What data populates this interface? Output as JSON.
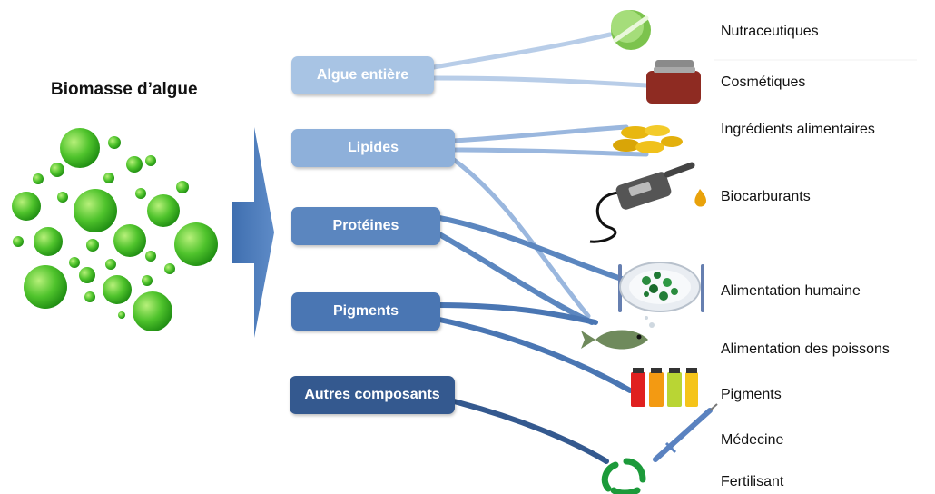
{
  "title": "Biomasse d’algue",
  "sources": [
    {
      "label": "Algue entière",
      "color": "#a8c4e4"
    },
    {
      "label": "Lipides",
      "color": "#8eb0da"
    },
    {
      "label": "Protéines",
      "color": "#5b86bf"
    },
    {
      "label": "Pigments",
      "color": "#4a76b3"
    },
    {
      "label": "Autres composants",
      "color": "#34598f"
    }
  ],
  "outputs": [
    {
      "label": "Nutraceutiques",
      "icon": "pill-icon"
    },
    {
      "label": "Cosmétiques",
      "icon": "cosmetic-jar-icon"
    },
    {
      "label": "Ingrédients alimentaires",
      "icon": "oil-capsules-icon"
    },
    {
      "label": "Biocarburants",
      "icon": "fuel-nozzle-icon"
    },
    {
      "label": "Alimentation humaine",
      "icon": "plate-icon"
    },
    {
      "label": "Alimentation des poissons",
      "icon": "fish-icon"
    },
    {
      "label": "Pigments",
      "icon": "pigment-vials-icon"
    },
    {
      "label": "Médecine",
      "icon": "syringe-icon"
    },
    {
      "label": "Fertilisant",
      "icon": "recycle-icon"
    }
  ]
}
